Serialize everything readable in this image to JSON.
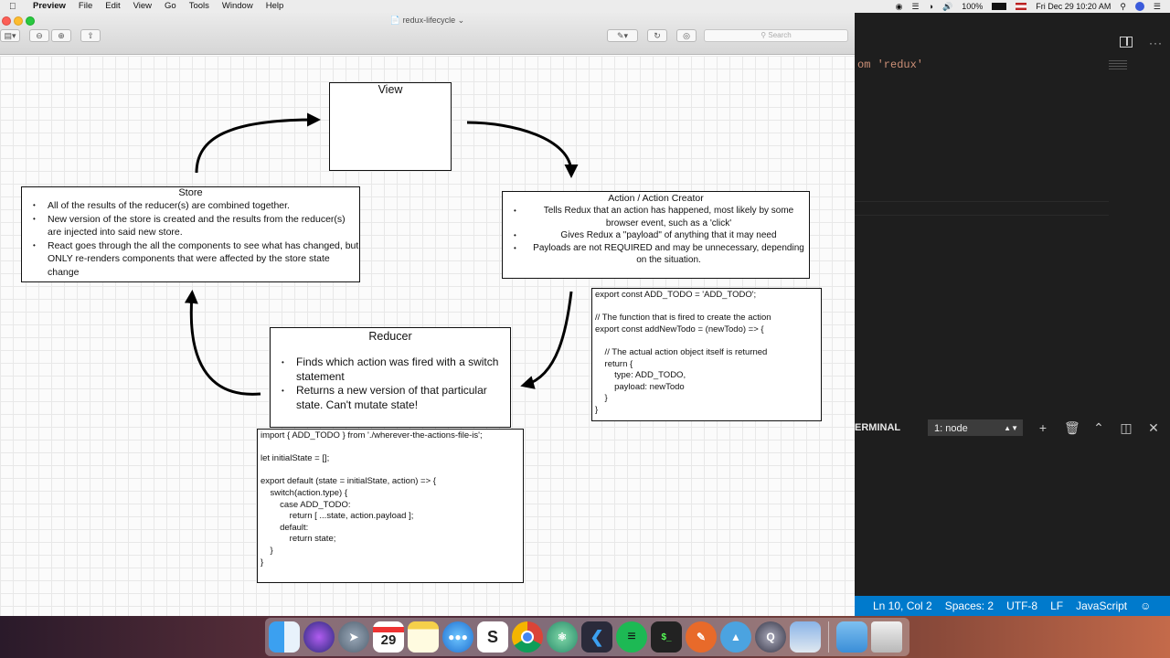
{
  "menubar": {
    "app_name": "Preview",
    "items": [
      "File",
      "Edit",
      "View",
      "Go",
      "Tools",
      "Window",
      "Help"
    ],
    "battery": "100%",
    "datetime": "Fri Dec 29  10:20 AM"
  },
  "preview": {
    "window_title": "redux-lifecycle",
    "search_placeholder": "Search"
  },
  "diagram": {
    "view": {
      "title": "View"
    },
    "store": {
      "title": "Store",
      "bullets": [
        "All of the results of the reducer(s) are combined together.",
        "New version of the store is created and the results from the reducer(s) are injected into said new store.",
        "React goes through the all the components to see what has changed, but ONLY re-renders components that were affected by the store state change"
      ]
    },
    "action": {
      "title": "Action / Action Creator",
      "bullets": [
        "Tells Redux that an action has happened, most likely by some browser event, such as a 'click'",
        "Gives Redux a \"payload\" of anything that it may need",
        "Payloads are not REQUIRED and may be unnecessary, depending on the situation."
      ]
    },
    "reducer": {
      "title": "Reducer",
      "bullets": [
        "Finds which action was fired with a switch statement",
        "Returns a new version of that particular state. Can't mutate state!"
      ]
    },
    "action_code": "export const ADD_TODO = 'ADD_TODO';\n\n// The function that is fired to create the action\nexport const addNewTodo = (newTodo) => {\n\n    // The actual action object itself is returned\n    return {\n        type: ADD_TODO,\n        payload: newTodo\n    }\n}",
    "reducer_code": "import { ADD_TODO } from './wherever-the-actions-file-is';\n\nlet initialState = [];\n\nexport default (state = initialState, action) => {\n    switch(action.type) {\n        case ADD_TODO:\n            return [ ...state, action.payload ];\n        default:\n            return state;\n    }\n}"
  },
  "vscode": {
    "code_fragment": "om 'redux'",
    "panel_tab": "ERMINAL",
    "terminal_select": "1: node",
    "status": {
      "position": "Ln 10, Col 2",
      "spaces": "Spaces: 2",
      "encoding": "UTF-8",
      "eol": "LF",
      "language": "JavaScript"
    }
  },
  "dock": {
    "calendar_day": "29",
    "apps": [
      "finder-icon",
      "siri-icon",
      "launchpad-icon",
      "calendar-icon",
      "notes-icon",
      "messages-icon",
      "slack-icon",
      "chrome-icon",
      "atom-icon",
      "vscode-icon",
      "spotify-icon",
      "terminal-icon",
      "postman-icon",
      "mongo-icon",
      "quicktime-icon",
      "preview-icon",
      "downloads-icon",
      "trash-icon"
    ]
  }
}
